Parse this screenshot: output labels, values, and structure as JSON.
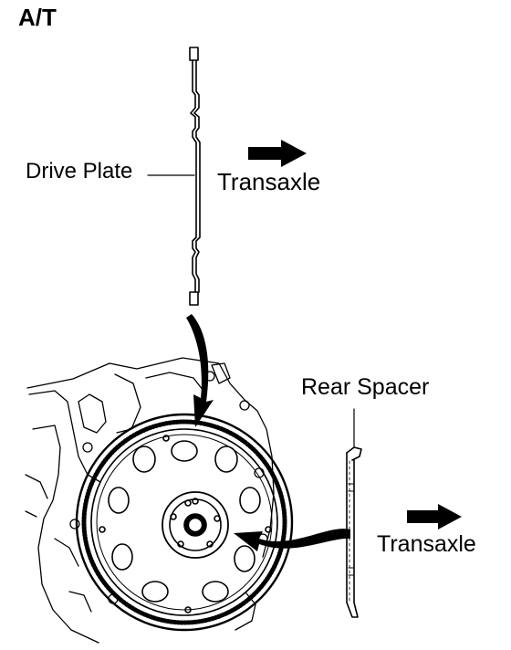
{
  "labels": {
    "title": "A/T",
    "drive_plate": "Drive Plate",
    "transaxle_top": "Transaxle",
    "rear_spacer": "Rear Spacer",
    "transaxle_bottom": "Transaxle"
  },
  "icons": {
    "direction_arrow": "right-arrow-icon",
    "install_arrow": "curved-arrow-icon"
  },
  "colors": {
    "ink": "#000000",
    "background": "#ffffff"
  }
}
